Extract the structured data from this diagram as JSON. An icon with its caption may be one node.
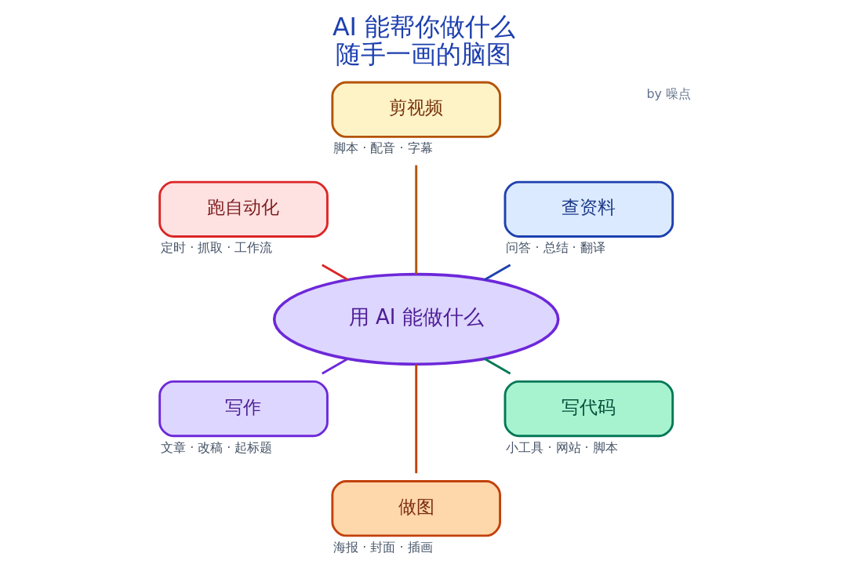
{
  "diagram": {
    "title": "AI 能帮你做什么",
    "caption": "随手一画的脑图",
    "nodes": [
      {
        "text": [
          "用 AI 能做什么"
        ]
      },
      {
        "text": [
          "查资料"
        ],
        "beside": [
          "问答 · 总结 · 翻译"
        ]
      },
      {
        "text": [
          "剪视频"
        ],
        "beside": [
          "脚本 · 配音 · 字幕"
        ]
      },
      {
        "text": [
          "跑自动化"
        ],
        "beside": [
          "定时 · 抓取 · 工作流"
        ]
      },
      {
        "text": [
          "写作"
        ],
        "beside": [
          "文章 · 改稿 · 起标题"
        ]
      },
      {
        "text": [
          "做图"
        ],
        "beside": [
          "海报 · 封面 · 插画"
        ]
      },
      {
        "text": [
          "写代码"
        ],
        "beside": [
          "小工具 · 网站 · 脚本"
        ]
      }
    ],
    "edges": [
      {
        "from": 0,
        "to": 1,
        "arrow": "none",
        "color": "#1e40af"
      },
      {
        "from": 0,
        "to": 2,
        "arrow": "none",
        "color": "#b45309"
      },
      {
        "from": 0,
        "to": 3,
        "arrow": "none",
        "color": "#dc2626"
      },
      {
        "from": 0,
        "to": 4,
        "arrow": "none",
        "color": "#6d28d9"
      },
      {
        "from": 0,
        "to": 5,
        "arrow": "none",
        "color": "#c2410c"
      },
      {
        "from": 0,
        "to": 6,
        "arrow": "none",
        "color": "#047857"
      }
    ],
    "labels": [
      "by 噪点"
    ]
  }
}
